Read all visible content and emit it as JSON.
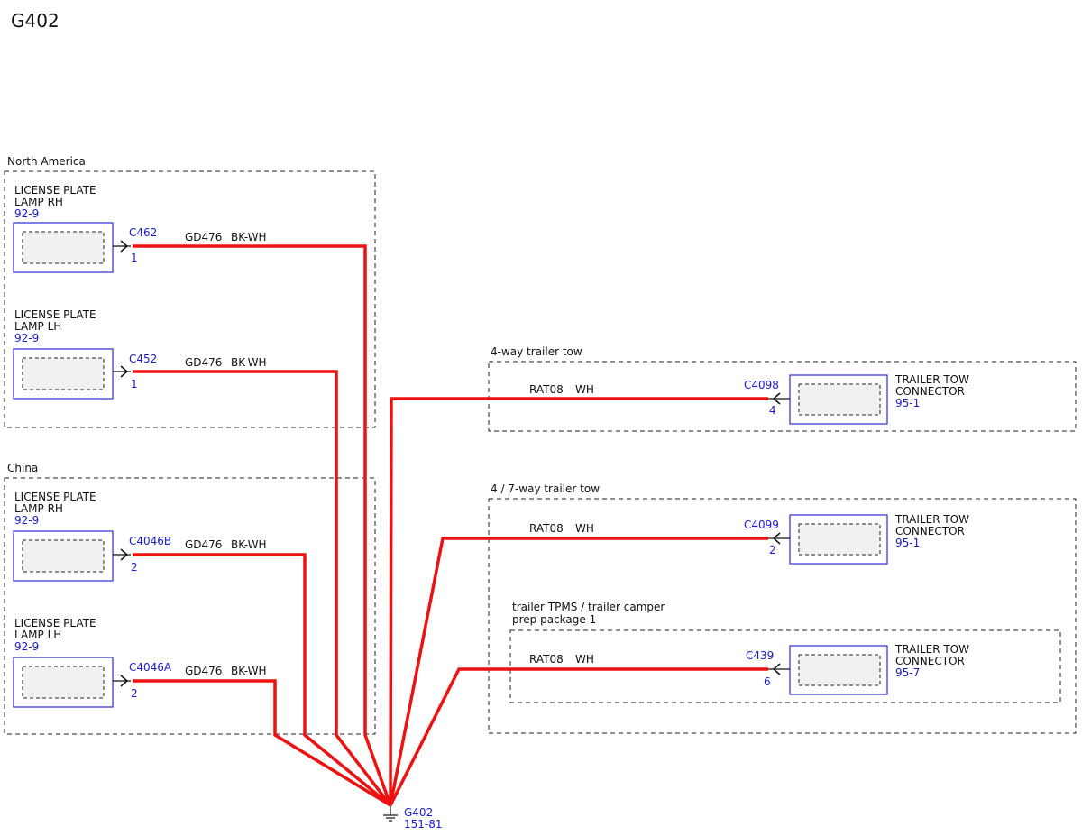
{
  "title": "G402",
  "groups": {
    "north_america": "North America",
    "china": "China",
    "four_way": "4-way trailer tow",
    "seven_way": "4 / 7-way trailer tow",
    "tpms_line1": "trailer TPMS / trailer camper",
    "tpms_line2": "prep package 1"
  },
  "components": {
    "na_rh": {
      "line1": "LICENSE PLATE",
      "line2": "LAMP RH",
      "ref": "92-9",
      "connector": "C462",
      "pin": "1",
      "circuit": "GD476",
      "color": "BK-WH"
    },
    "na_lh": {
      "line1": "LICENSE PLATE",
      "line2": "LAMP LH",
      "ref": "92-9",
      "connector": "C452",
      "pin": "1",
      "circuit": "GD476",
      "color": "BK-WH"
    },
    "cn_rh": {
      "line1": "LICENSE PLATE",
      "line2": "LAMP RH",
      "ref": "92-9",
      "connector": "C4046B",
      "pin": "2",
      "circuit": "GD476",
      "color": "BK-WH"
    },
    "cn_lh": {
      "line1": "LICENSE PLATE",
      "line2": "LAMP LH",
      "ref": "92-9",
      "connector": "C4046A",
      "pin": "2",
      "circuit": "GD476",
      "color": "BK-WH"
    },
    "tt4": {
      "line1": "TRAILER TOW",
      "line2": "CONNECTOR",
      "ref": "95-1",
      "connector": "C4098",
      "pin": "4",
      "circuit": "RAT08",
      "color": "WH"
    },
    "tt7": {
      "line1": "TRAILER TOW",
      "line2": "CONNECTOR",
      "ref": "95-1",
      "connector": "C4099",
      "pin": "2",
      "circuit": "RAT08",
      "color": "WH"
    },
    "tpms": {
      "line1": "TRAILER TOW",
      "line2": "CONNECTOR",
      "ref": "95-7",
      "connector": "C439",
      "pin": "6",
      "circuit": "RAT08",
      "color": "WH"
    }
  },
  "ground": {
    "name": "G402",
    "ref": "151-81"
  },
  "colors": {
    "wire": "#ee1111",
    "ref_text": "#1a1acc",
    "connector_border": "#2b2bd6"
  }
}
